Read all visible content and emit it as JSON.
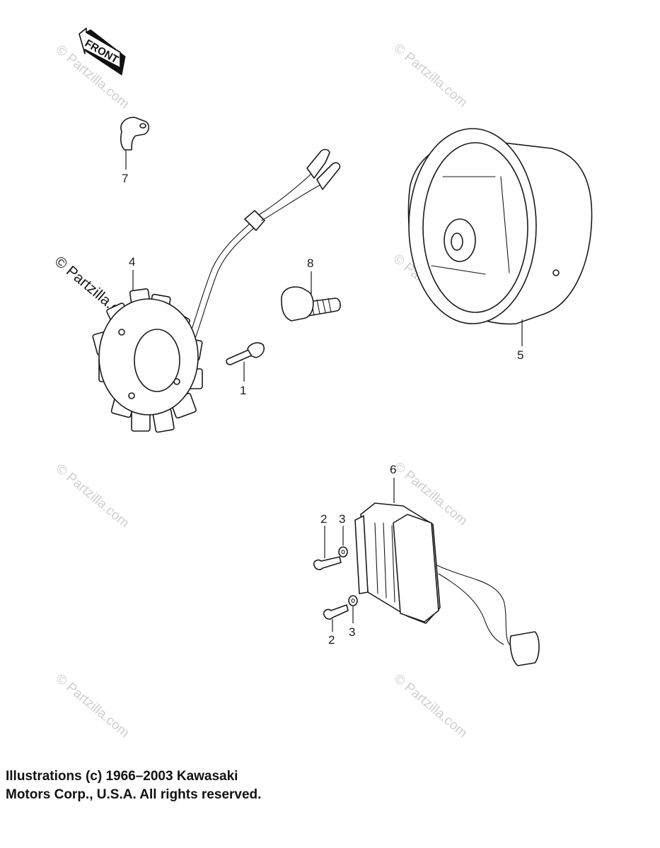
{
  "front_arrow": {
    "label": "FRONT"
  },
  "callouts": [
    {
      "id": "c1",
      "text": "1"
    },
    {
      "id": "c2a",
      "text": "2"
    },
    {
      "id": "c2b",
      "text": "2"
    },
    {
      "id": "c3a",
      "text": "3"
    },
    {
      "id": "c3b",
      "text": "3"
    },
    {
      "id": "c4",
      "text": "4"
    },
    {
      "id": "c5",
      "text": "5"
    },
    {
      "id": "c6",
      "text": "6"
    },
    {
      "id": "c7",
      "text": "7"
    },
    {
      "id": "c8",
      "text": "8"
    }
  ],
  "watermarks": {
    "light": "© Partzilla.com",
    "dark": "© Partzilla.com"
  },
  "copyright": {
    "line1": "Illustrations (c) 1966–2003 Kawasaki",
    "line2": "Motors Corp., U.S.A.  All rights reserved."
  }
}
